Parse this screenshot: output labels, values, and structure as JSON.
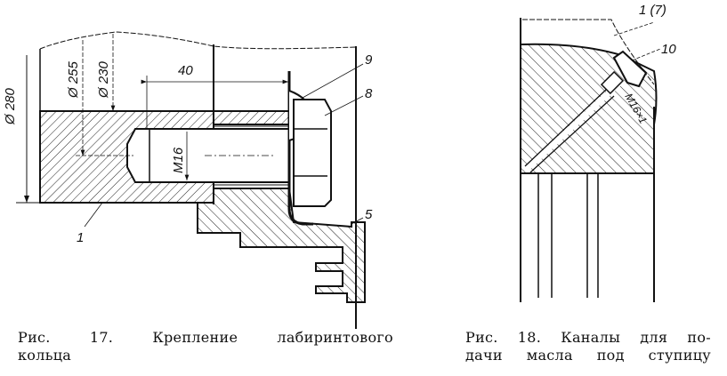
{
  "figure17": {
    "labels": {
      "d280": "Ø 280",
      "d255": "Ø 255",
      "d230": "Ø 230",
      "len40": "40",
      "thread": "M16",
      "part1": "1",
      "part5": "5",
      "part8": "8",
      "part9": "9"
    },
    "caption_line1": "Рис. 17. Крепление лабиринтового",
    "caption_line2": "кольца"
  },
  "figure18": {
    "labels": {
      "part1_7": "1 (7)",
      "part10": "10",
      "thread": "M16×1"
    },
    "caption_line1": "Рис. 18. Каналы для по-",
    "caption_line2": "дачи масла под ступицу"
  }
}
